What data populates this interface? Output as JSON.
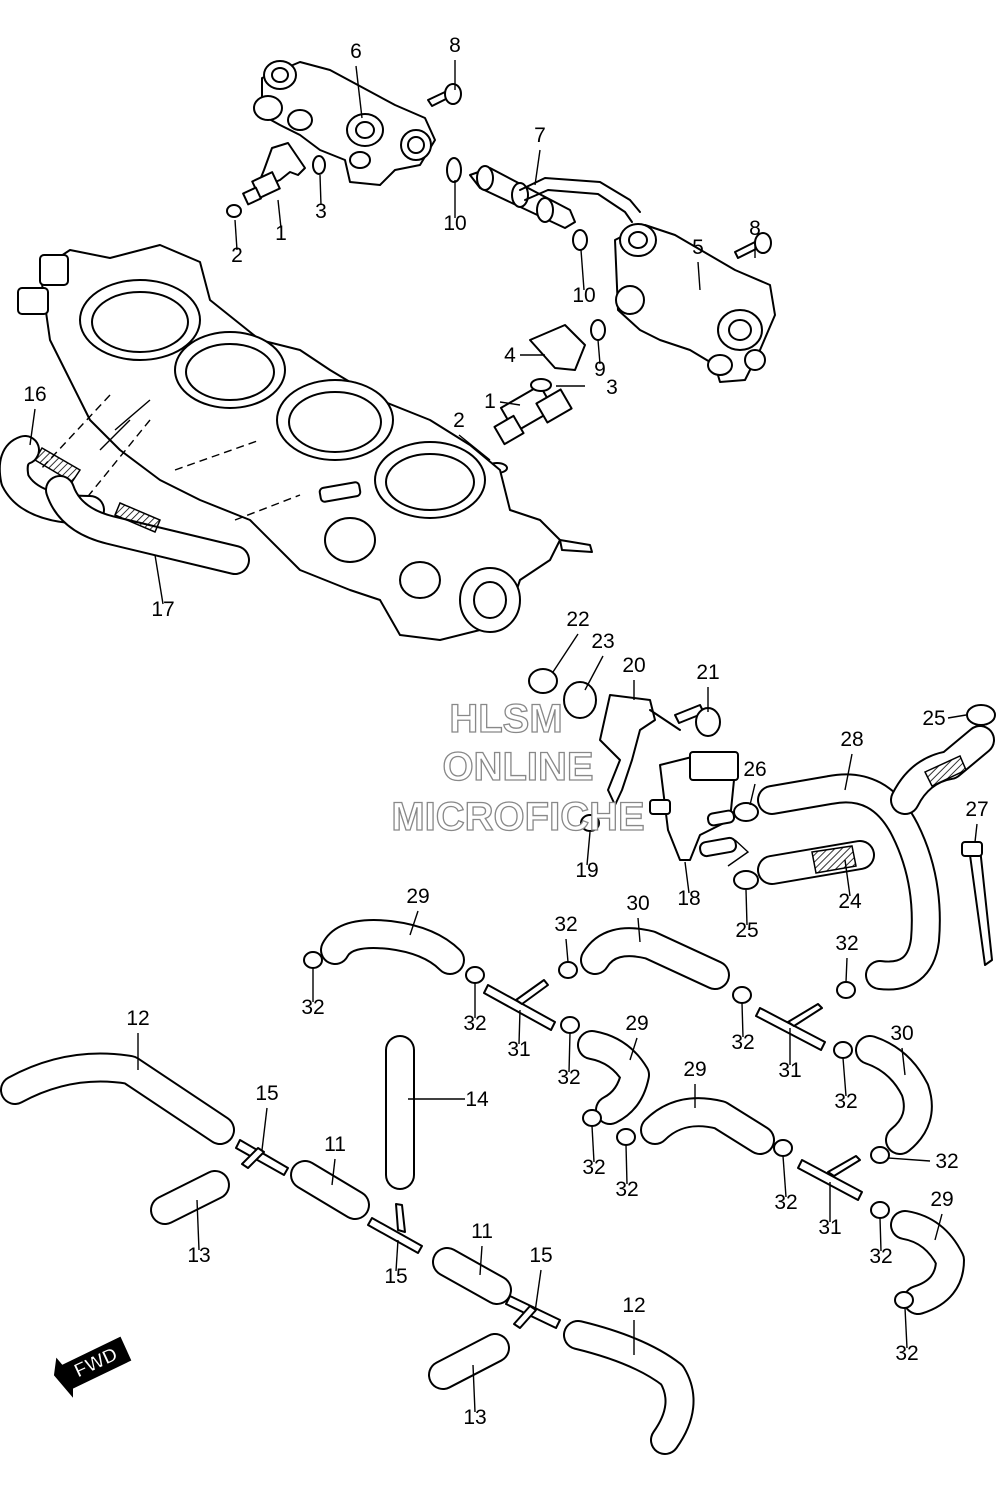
{
  "watermark": {
    "line1": "HLSM",
    "line2": "ONLINE",
    "line3": "MICROFICHE"
  },
  "direction_badge": "FWD",
  "callouts": [
    {
      "id": "c6",
      "label": "6"
    },
    {
      "id": "c8a",
      "label": "8"
    },
    {
      "id": "c7",
      "label": "7"
    },
    {
      "id": "c3a",
      "label": "3"
    },
    {
      "id": "c2a",
      "label": "2"
    },
    {
      "id": "c1a",
      "label": "1"
    },
    {
      "id": "c10a",
      "label": "10"
    },
    {
      "id": "c10b",
      "label": "10"
    },
    {
      "id": "c8b",
      "label": "8"
    },
    {
      "id": "c5",
      "label": "5"
    },
    {
      "id": "c4",
      "label": "4"
    },
    {
      "id": "c9",
      "label": "9"
    },
    {
      "id": "c3b",
      "label": "3"
    },
    {
      "id": "c1b",
      "label": "1"
    },
    {
      "id": "c2b",
      "label": "2"
    },
    {
      "id": "c16",
      "label": "16"
    },
    {
      "id": "c17",
      "label": "17"
    },
    {
      "id": "c22",
      "label": "22"
    },
    {
      "id": "c23",
      "label": "23"
    },
    {
      "id": "c20",
      "label": "20"
    },
    {
      "id": "c21",
      "label": "21"
    },
    {
      "id": "c25a",
      "label": "25"
    },
    {
      "id": "c28",
      "label": "28"
    },
    {
      "id": "c26",
      "label": "26"
    },
    {
      "id": "c27",
      "label": "27"
    },
    {
      "id": "c19",
      "label": "19"
    },
    {
      "id": "c18",
      "label": "18"
    },
    {
      "id": "c24",
      "label": "24"
    },
    {
      "id": "c25b",
      "label": "25"
    },
    {
      "id": "c29a",
      "label": "29"
    },
    {
      "id": "c30a",
      "label": "30"
    },
    {
      "id": "c32a",
      "label": "32"
    },
    {
      "id": "c32b",
      "label": "32"
    },
    {
      "id": "c32c",
      "label": "32"
    },
    {
      "id": "c32d",
      "label": "32"
    },
    {
      "id": "c31a",
      "label": "31"
    },
    {
      "id": "c32e",
      "label": "32"
    },
    {
      "id": "c29b",
      "label": "29"
    },
    {
      "id": "c32f",
      "label": "32"
    },
    {
      "id": "c31b",
      "label": "31"
    },
    {
      "id": "c30b",
      "label": "30"
    },
    {
      "id": "c32g",
      "label": "32"
    },
    {
      "id": "c29c",
      "label": "29"
    },
    {
      "id": "c12a",
      "label": "12"
    },
    {
      "id": "c15a",
      "label": "15"
    },
    {
      "id": "c11a",
      "label": "11"
    },
    {
      "id": "c14",
      "label": "14"
    },
    {
      "id": "c32h",
      "label": "32"
    },
    {
      "id": "c32i",
      "label": "32"
    },
    {
      "id": "c32j",
      "label": "32"
    },
    {
      "id": "c32k",
      "label": "32"
    },
    {
      "id": "c31c",
      "label": "31"
    },
    {
      "id": "c29d",
      "label": "29"
    },
    {
      "id": "c32l",
      "label": "32"
    },
    {
      "id": "c13a",
      "label": "13"
    },
    {
      "id": "c15b",
      "label": "15"
    },
    {
      "id": "c11b",
      "label": "11"
    },
    {
      "id": "c15c",
      "label": "15"
    },
    {
      "id": "c12b",
      "label": "12"
    },
    {
      "id": "c13b",
      "label": "13"
    },
    {
      "id": "c32m",
      "label": "32"
    }
  ]
}
